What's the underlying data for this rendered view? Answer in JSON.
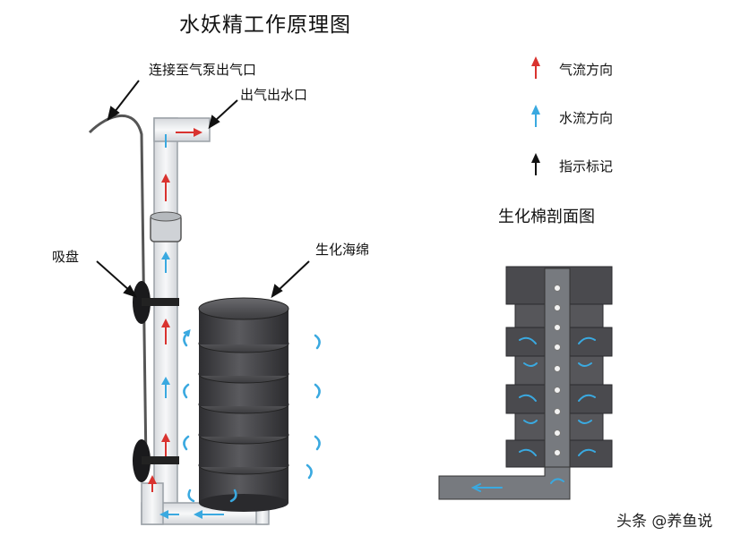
{
  "title": "水妖精工作原理图",
  "labels": {
    "air_pump": "连接至气泵出气口",
    "outlet": "出气出水口",
    "suction": "吸盘",
    "sponge": "生化海绵"
  },
  "legend": {
    "air_flow": "气流方向",
    "water_flow": "水流方向",
    "marker": "指示标记"
  },
  "section_title": "生化棉剖面图",
  "watermark": "头条 @养鱼说",
  "colors": {
    "air_arrow": "#d9332f",
    "water_arrow": "#3aa9e0",
    "marker_arrow": "#111111",
    "sponge": "#4a4a4e",
    "pipe_edge": "#9aa0a6"
  }
}
